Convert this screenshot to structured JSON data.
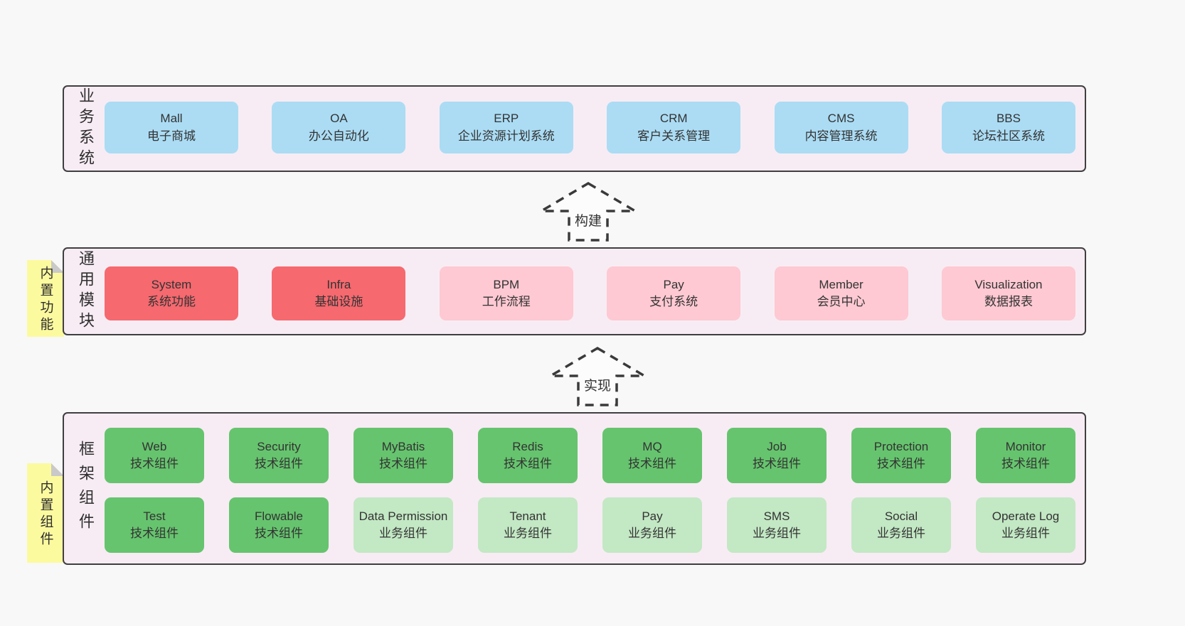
{
  "colors": {
    "page_bg": "#f8f8f8",
    "container_bg": "#f7ecf4",
    "container_border": "#3f3f3f",
    "box_blue": "#abdcf4",
    "box_red": "#f5696f",
    "box_pink": "#fec9d2",
    "box_green": "#66c46e",
    "box_light_green": "#c3e8c4",
    "sticky_yellow": "#fcfa9e",
    "sticky_fold_gray": "#c9c9c9",
    "text": "#333333"
  },
  "arrows": [
    {
      "label": "构建"
    },
    {
      "label": "实现"
    }
  ],
  "sections": [
    {
      "label": "业务系统",
      "boxes": [
        {
          "en": "Mall",
          "zh": "电子商城"
        },
        {
          "en": "OA",
          "zh": "办公自动化"
        },
        {
          "en": "ERP",
          "zh": "企业资源计划系统"
        },
        {
          "en": "CRM",
          "zh": "客户关系管理"
        },
        {
          "en": "CMS",
          "zh": "内容管理系统"
        },
        {
          "en": "BBS",
          "zh": "论坛社区系统"
        }
      ]
    },
    {
      "label": "通用模块",
      "sticky": "内置功能",
      "boxes": [
        {
          "en": "System",
          "zh": "系统功能"
        },
        {
          "en": "Infra",
          "zh": "基础设施"
        },
        {
          "en": "BPM",
          "zh": "工作流程"
        },
        {
          "en": "Pay",
          "zh": "支付系统"
        },
        {
          "en": "Member",
          "zh": "会员中心"
        },
        {
          "en": "Visualization",
          "zh": "数据报表"
        }
      ]
    },
    {
      "label": "框架组件",
      "sticky": "内置组件",
      "rows": [
        [
          {
            "en": "Web",
            "zh": "技术组件"
          },
          {
            "en": "Security",
            "zh": "技术组件"
          },
          {
            "en": "MyBatis",
            "zh": "技术组件"
          },
          {
            "en": "Redis",
            "zh": "技术组件"
          },
          {
            "en": "MQ",
            "zh": "技术组件"
          },
          {
            "en": "Job",
            "zh": "技术组件"
          },
          {
            "en": "Protection",
            "zh": "技术组件"
          },
          {
            "en": "Monitor",
            "zh": "技术组件"
          }
        ],
        [
          {
            "en": "Test",
            "zh": "技术组件"
          },
          {
            "en": "Flowable",
            "zh": "技术组件"
          },
          {
            "en": "Data Permission",
            "zh": "业务组件"
          },
          {
            "en": "Tenant",
            "zh": "业务组件"
          },
          {
            "en": "Pay",
            "zh": "业务组件"
          },
          {
            "en": "SMS",
            "zh": "业务组件"
          },
          {
            "en": "Social",
            "zh": "业务组件"
          },
          {
            "en": "Operate Log",
            "zh": "业务组件"
          }
        ]
      ]
    }
  ]
}
